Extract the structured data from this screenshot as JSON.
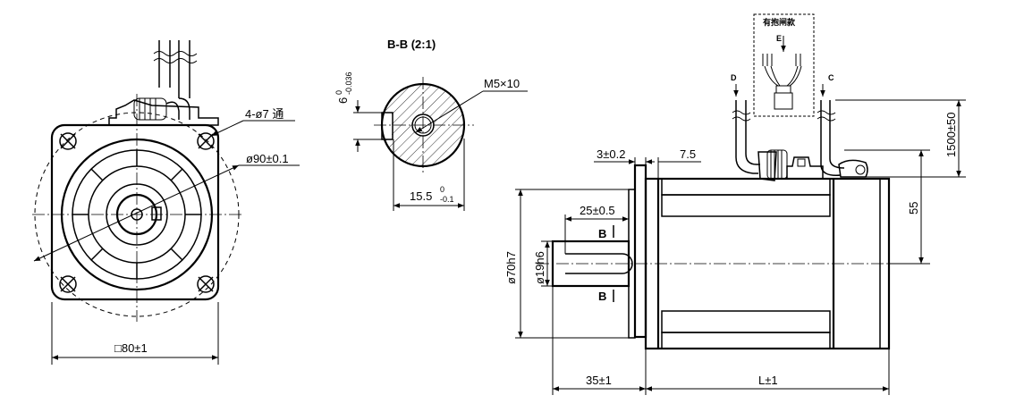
{
  "section": {
    "title": "B-B (2:1)",
    "key_height": "6",
    "key_height_upper_tol": "0",
    "key_height_lower_tol": "-0.036",
    "thread": "M5×10",
    "width": "15.5",
    "width_upper_tol": "0",
    "width_lower_tol": "-0.1"
  },
  "front_view": {
    "holes": "4-ø7 通",
    "pcd": "ø90±0.1",
    "flange": "□80±1"
  },
  "side_view": {
    "flange_thickness": "3±0.2",
    "spigot": "7.5",
    "key_length": "25±0.5",
    "section_mark_top": "B",
    "section_mark_bottom": "B",
    "spigot_dia": "ø70h7",
    "shaft_dia": "ø19h6",
    "shaft_length": "35±1",
    "body_length": "L±1",
    "height_55": "55",
    "cable_length": "1500±50",
    "brake_label": "有抱闸款",
    "cable_d": "D",
    "cable_e": "E",
    "cable_c": "C"
  }
}
